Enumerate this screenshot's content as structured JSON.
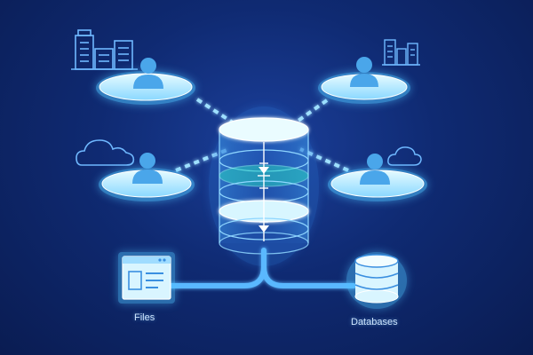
{
  "labels": {
    "files": "Files",
    "databases": "Databases"
  },
  "nodes": [
    {
      "id": "user-top-left",
      "icon": "user-icon"
    },
    {
      "id": "user-top-right",
      "icon": "user-icon"
    },
    {
      "id": "user-mid-left",
      "icon": "user-icon"
    },
    {
      "id": "user-mid-right",
      "icon": "user-icon"
    },
    {
      "id": "central-storage",
      "icon": "storage-stack-icon"
    },
    {
      "id": "files",
      "icon": "window-document-icon"
    },
    {
      "id": "databases",
      "icon": "database-icon"
    }
  ],
  "decorations": [
    "building-icon",
    "building-icon",
    "cloud-icon",
    "cloud-icon"
  ],
  "colors": {
    "background": "#0f2a72",
    "glow": "#4fc3ff",
    "platform": "#c9f0ff",
    "line": "#7fd8ff",
    "accent_teal": "#29d0c0"
  }
}
